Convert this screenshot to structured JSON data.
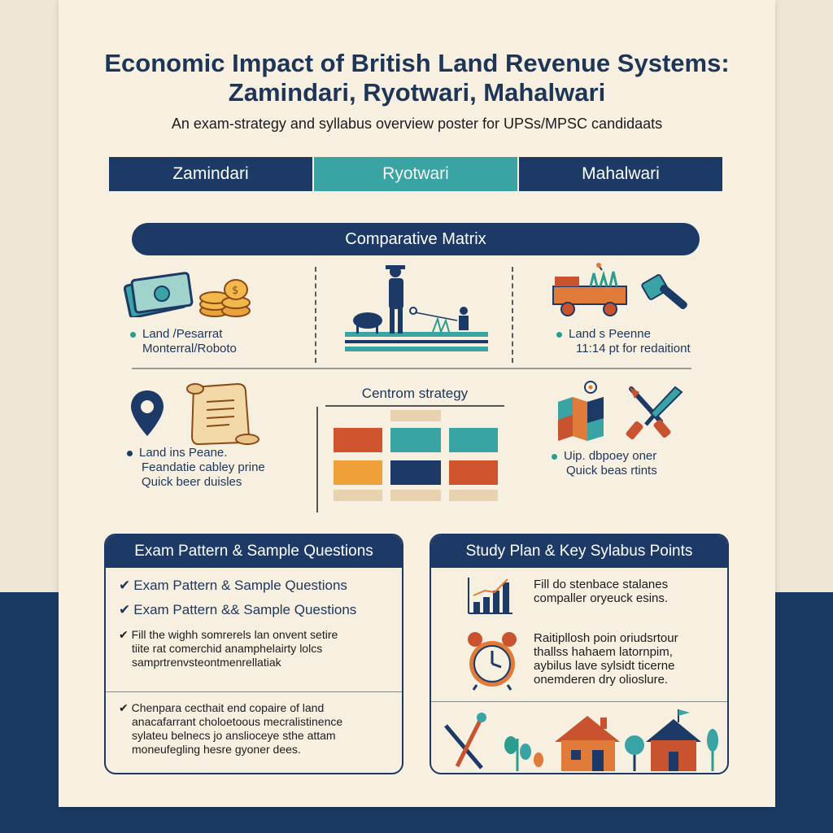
{
  "header": {
    "title_line1": "Economic Impact of British Land Revenue Systems:",
    "title_line2": "Zamindari, Ryotwari, Mahalwari",
    "subtitle": "An exam-strategy and syllabus overview poster for UPSs/MPSC candidaats"
  },
  "tabs": [
    {
      "label": "Zamindari",
      "color": "#1d3a66"
    },
    {
      "label": "Ryotwari",
      "color": "#3aa3a3"
    },
    {
      "label": "Mahalwari",
      "color": "#1d3a66"
    }
  ],
  "matrix": {
    "title": "Comparative Matrix",
    "cell_top_left": {
      "line1": "Land /Pesarrat",
      "line2": "Monterral/Roboto",
      "icons": [
        "cash-notes-icon",
        "coin-stack-icon"
      ]
    },
    "cell_top_center": {
      "icons": [
        "farmer-with-cattle-icon"
      ]
    },
    "cell_top_right": {
      "line1": "Land s Peenne",
      "line2": "11:14 pt for redaitiont",
      "icons": [
        "farm-cart-icon",
        "wrench-tool-icon"
      ]
    },
    "cell_bottom_left": {
      "line1": "Land ins Peane.",
      "line2": "Feandatie cabley prine",
      "line3": "Quick beer duisles",
      "icons": [
        "location-pin-icon",
        "scroll-icon"
      ]
    },
    "cell_bottom_center": {
      "title": "Centrom strategy",
      "icons": [
        "grid-blocks-icon"
      ]
    },
    "cell_bottom_right": {
      "line1": "Uip. dbpoey oner",
      "line2": "Quick beas rtints",
      "icons": [
        "map-icon",
        "crossed-tools-icon"
      ]
    }
  },
  "exam_box": {
    "title": "Exam Pattern & Sample Questions",
    "check1": "Exam Pattern & Sample Questions",
    "check2": "Exam Pattern && Sample Questions",
    "para1_line1": "Fill the wighh somrerels lan onvent setire",
    "para1_line2": "tiite rat comerchid anamphelairty lolcs",
    "para1_line3": "samprtrenvsteontmenrellatiak",
    "para2_line1": "Chenpara cecthait end copaire of land",
    "para2_line2": "anacafarrant choloetoous mecralistinence",
    "para2_line3": "sylateu belnecs jo anslioceye sthe attam",
    "para2_line4": "moneufegling hesre gyoner dees."
  },
  "study_box": {
    "title": "Study Plan & Key Sylabus Points",
    "para1_line1": "Fill do stenbace stalanes",
    "para1_line2": "compaller oryeuck esins.",
    "para2_line1": "Raitipllosh poin oriudsrtour",
    "para2_line2": "thallss hahaem latornpim,",
    "para2_line3": "aybilus lave sylsidt ticerne",
    "para2_line4": "onemderen dry olioslure.",
    "icons": [
      "bar-chart-icon",
      "alarm-clock-icon",
      "tools-icon",
      "tree-icon",
      "house-icon"
    ]
  },
  "colors": {
    "navy": "#1d3a66",
    "teal": "#3aa3a3",
    "orange": "#e07b39",
    "rust": "#c9532f",
    "cream": "#f7f0e1"
  }
}
